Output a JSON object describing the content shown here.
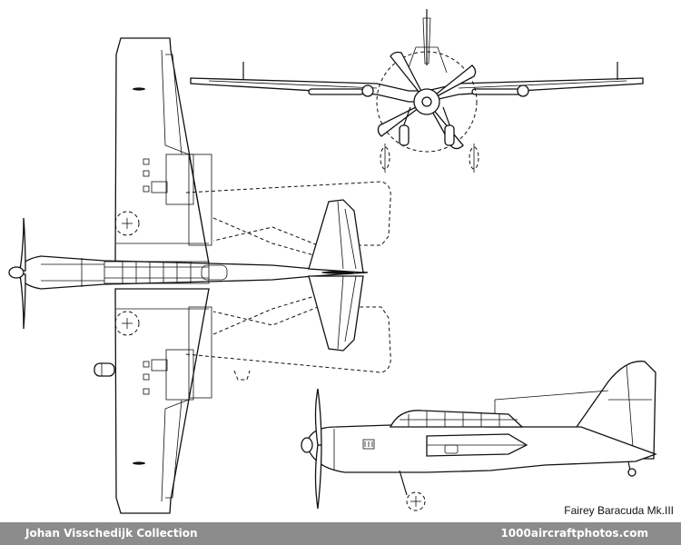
{
  "caption": "Fairey Baracuda Mk.III",
  "footer": {
    "collection": "Johan Visschedijk Collection",
    "site": "1000aircraftphotos.com"
  },
  "colors": {
    "footer_bg": "#8c8c8c",
    "footer_text": "#ffffff",
    "line": "#111111"
  }
}
